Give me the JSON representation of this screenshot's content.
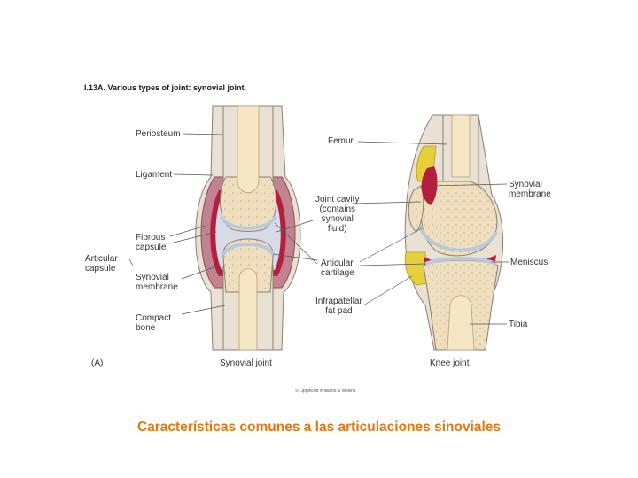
{
  "figure_title": "I.13A. Various types of joint: synovial joint.",
  "panel_label": "(A)",
  "labels": {
    "periosteum": "Periosteum",
    "ligament": "Ligament",
    "fibrous_capsule": "Fibrous\ncapsule",
    "articular_capsule": "Articular\ncapsule",
    "synovial_membrane_left": "Synovial\nmembrane",
    "compact_bone": "Compact\nbone",
    "femur": "Femur",
    "joint_cavity": "Joint cavity\n(contains\nsynovial\nfluid)",
    "articular_cartilage": "Articular\ncartilage",
    "infrapatellar_fat_pad": "Infrapatellar\nfat pad",
    "synovial_membrane_right": "Synovial\nmembrane",
    "meniscus": "Meniscus",
    "tibia": "Tibia"
  },
  "sublabels": {
    "synovial_joint": "Synovial joint",
    "knee_joint": "Knee joint"
  },
  "copyright": "© Lippincott Williams & Wilkins",
  "caption": "Características comunes a las articulaciones sinoviales",
  "colors": {
    "bone_spongy": "#f0dfbf",
    "bone_compact": "#e9e2d4",
    "capsule": "#c2828f",
    "synovial": "#b51f3e",
    "cartilage": "#b8c8de",
    "fat": "#e6cf3c",
    "caption": "#e8760a"
  }
}
